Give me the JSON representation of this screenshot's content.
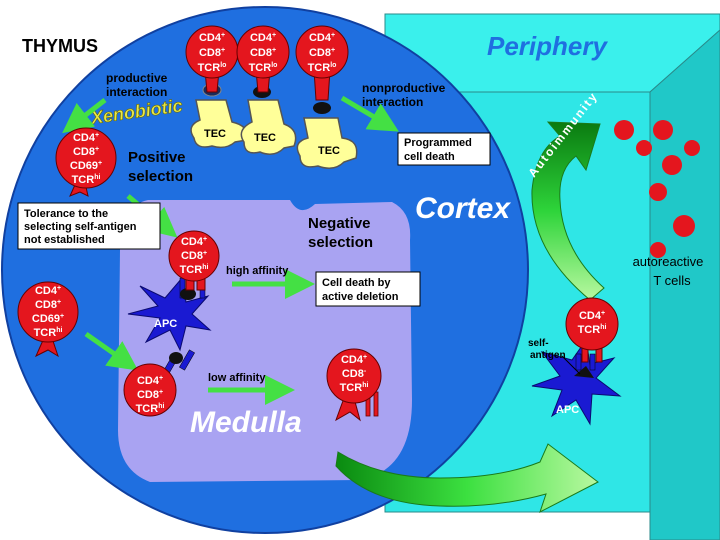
{
  "title": "THYMUS",
  "regions": {
    "periphery": "Periphery",
    "cortex": "Cortex",
    "medulla": "Medulla"
  },
  "labels": {
    "productive_1": "productive",
    "productive_2": "interaction",
    "xenobiotic": "Xenobiotic",
    "nonproductive_1": "nonproductive",
    "nonproductive_2": "interaction",
    "positive_1": "Positive",
    "positive_2": "selection",
    "negative_1": "Negative",
    "negative_2": "selection",
    "high_affinity": "high affinity",
    "low_affinity": "low affinity",
    "autoimmunity": "Autoimmunity",
    "autoreactive_1": "autoreactive",
    "autoreactive_2": "T cells",
    "self_antigen_1": "self-",
    "self_antigen_2": "antigen",
    "apc": "APC",
    "tec": "TEC"
  },
  "boxes": {
    "programmed_1": "Programmed",
    "programmed_2": "cell death",
    "tolerance_1": "Tolerance to the",
    "tolerance_2": "selecting self-antigen",
    "tolerance_3": "not established",
    "deletion_1": "Cell death by",
    "deletion_2": "active deletion"
  },
  "markers": {
    "cd4": "CD4",
    "cd8": "CD8",
    "cd69": "CD69",
    "tcr": "TCR",
    "plus": "+",
    "minus": "-",
    "lo": "lo",
    "hi": "hi"
  },
  "colors": {
    "thymus": "#1f6fe0",
    "medulla": "#a9a3f2",
    "periphery_front": "#2fe6e6",
    "periphery_side": "#20c8c8",
    "periphery_top": "#3af0ec",
    "cell": "#e4161e",
    "tec": "#ffff99",
    "apc": "#1a1ad2",
    "arrow": "#44e044"
  }
}
